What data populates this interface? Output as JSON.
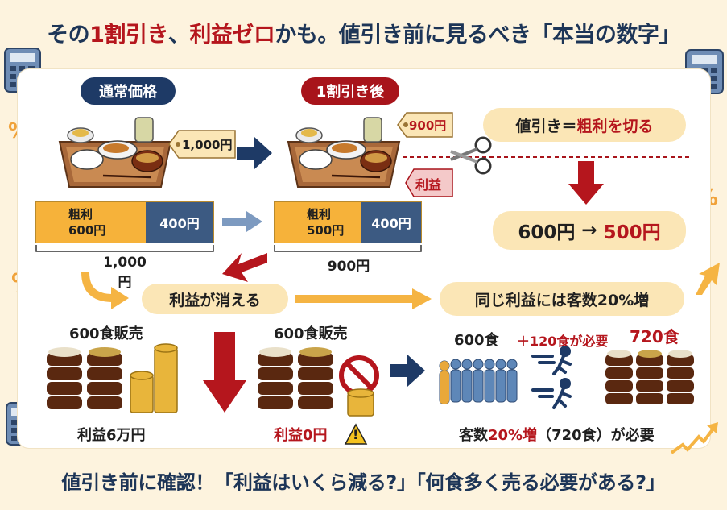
{
  "title": {
    "part1": "その",
    "part2": "1割引き",
    "part3": "、",
    "part4": "利益ゼロ",
    "part5": "かも。値引き前に見るべき「本当の数字」"
  },
  "regular": {
    "heading": "通常価格",
    "price_tag": "1,000円",
    "gross_label": "粗利",
    "gross_value": "600円",
    "cost_value": "400円",
    "total": "1,000円"
  },
  "discounted": {
    "heading": "1割引き後",
    "price_tag": "900円",
    "profit_tag": "利益",
    "gross_label": "粗利",
    "gross_value": "500円",
    "cost_value": "400円",
    "total": "900円"
  },
  "rule": {
    "prefix": "値引き＝",
    "emphasis": "粗利を切る",
    "from_value": "600円",
    "arrow": "→",
    "to_value": "500円"
  },
  "flow": {
    "vanish": "利益が消える",
    "same_profit": "同じ利益には客数20%増"
  },
  "scenario_a": {
    "sales": "600食販売",
    "profit": "利益6万円"
  },
  "scenario_b": {
    "sales": "600食販売",
    "profit": "利益0円",
    "warning_symbol": "!"
  },
  "scenario_c": {
    "base": "600食",
    "extra": "＋120食が必要",
    "target": "720食",
    "note_prefix": "客数",
    "note_emphasis": "20%増",
    "note_suffix": "（720食）が必要"
  },
  "bottom": "値引き前に確認！「利益はいくら減る?」「何食多く売る必要がある?」",
  "symbols": {
    "percent": "%"
  },
  "colors": {
    "navy": "#1e3a66",
    "red": "#b5161d",
    "gold": "#f6b23a",
    "cost_blue": "#3c5a82",
    "cream": "#fbe6b6",
    "arrow_orange": "#f5b443"
  }
}
